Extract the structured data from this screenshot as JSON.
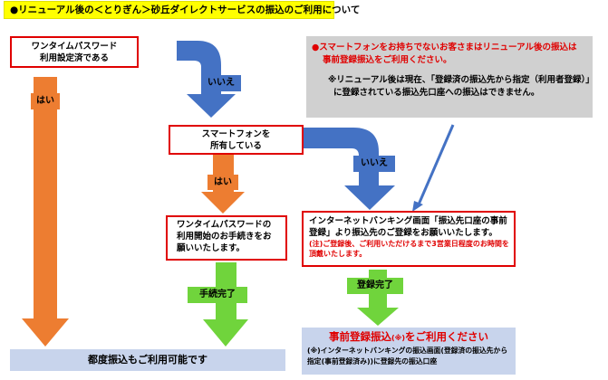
{
  "header": {
    "title": "●リニューアル後の＜とりぎん＞砂丘ダイレクトサービスの振込のご利用について"
  },
  "q1": {
    "line1": "ワンタイムパスワード",
    "line2": "利用設定済である"
  },
  "q2": {
    "line1": "スマートフォンを",
    "line2": "所有している"
  },
  "q3": {
    "line1": "ワンタイムパスワードの",
    "line2": "利用開始のお手続きをお",
    "line3": "願いいたします。"
  },
  "q4": {
    "line1": "インターネットバンキング画面「振込先口座の事前",
    "line2": "登録」より振込先のご登録をお願いいたします。",
    "note1": "(注)ご登録後、ご利用いただけるまで3営業日程度のお時間を",
    "note2": "頂戴いたします。"
  },
  "notice": {
    "line1": "●スマートフォンをお持ちでないお客さまはリニューアル後の振込は",
    "line2": "事前登録振込をご利用ください。",
    "line3": "※リニューアル後は現在、「登録済の振込先から指定（利用者登録）」",
    "line4": "に登録されている振込先口座への振込はできません。"
  },
  "labels": {
    "yes": "はい",
    "no": "いいえ",
    "done": "手続完了",
    "registered": "登録完了"
  },
  "bottom_left": {
    "text": "都度振込もご利用可能です"
  },
  "bottom_right": {
    "title": "事前登録振込",
    "title_mark": "(※)",
    "title_tail": "をご利用ください",
    "note1": "(※)インターネットバンキングの振込画面(登録済の振込先から",
    "note2": "指定(事前登録済み))に登録先の振込口座"
  },
  "colors": {
    "orange": "#ed7d31",
    "blue": "#4472c4",
    "green": "#70d43c",
    "red": "#e00000",
    "yellow": "#ffff00",
    "gray": "#d0d0d0",
    "pale_blue": "#c8d4ec"
  }
}
